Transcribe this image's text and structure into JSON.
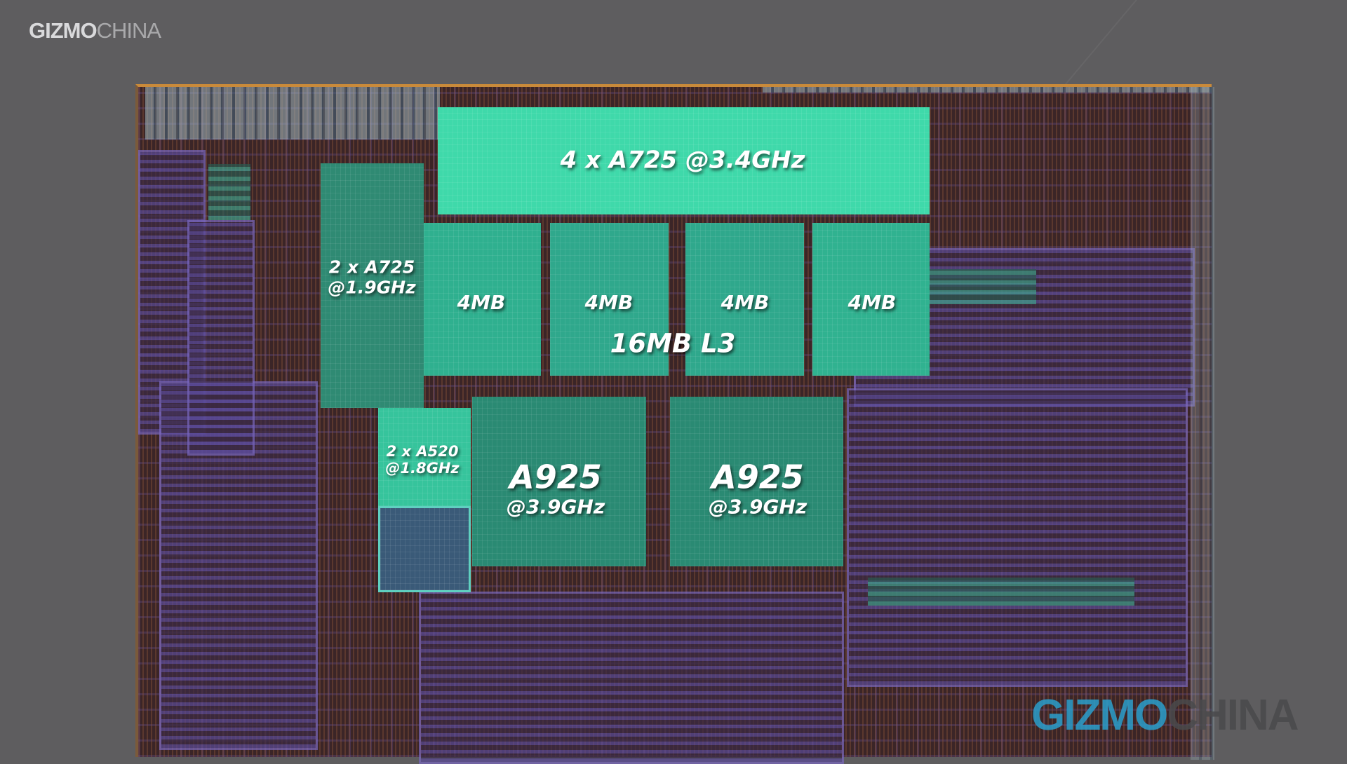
{
  "watermark_top": {
    "part1": "GIZMO",
    "part2": "CHINA"
  },
  "watermark_bottom": {
    "part1": "GIZMO",
    "part2": "CHINA"
  },
  "blocks": {
    "big_cluster": "4 x A725 @3.4GHz",
    "mid_cluster_line1": "2 x A725",
    "mid_cluster_line2": "@1.9GHz",
    "cache": [
      "4MB",
      "4MB",
      "4MB",
      "4MB"
    ],
    "l3": "16MB L3",
    "little_line1": "2 x A520",
    "little_line2": "@1.8GHz",
    "prime_left": {
      "name": "A925",
      "freq": "@3.9GHz"
    },
    "prime_right": {
      "name": "A925",
      "freq": "@3.9GHz"
    }
  },
  "colors": {
    "bright": "#3fd9aa",
    "teal": "#2fa88c",
    "dark_teal": "#2a8a75"
  }
}
